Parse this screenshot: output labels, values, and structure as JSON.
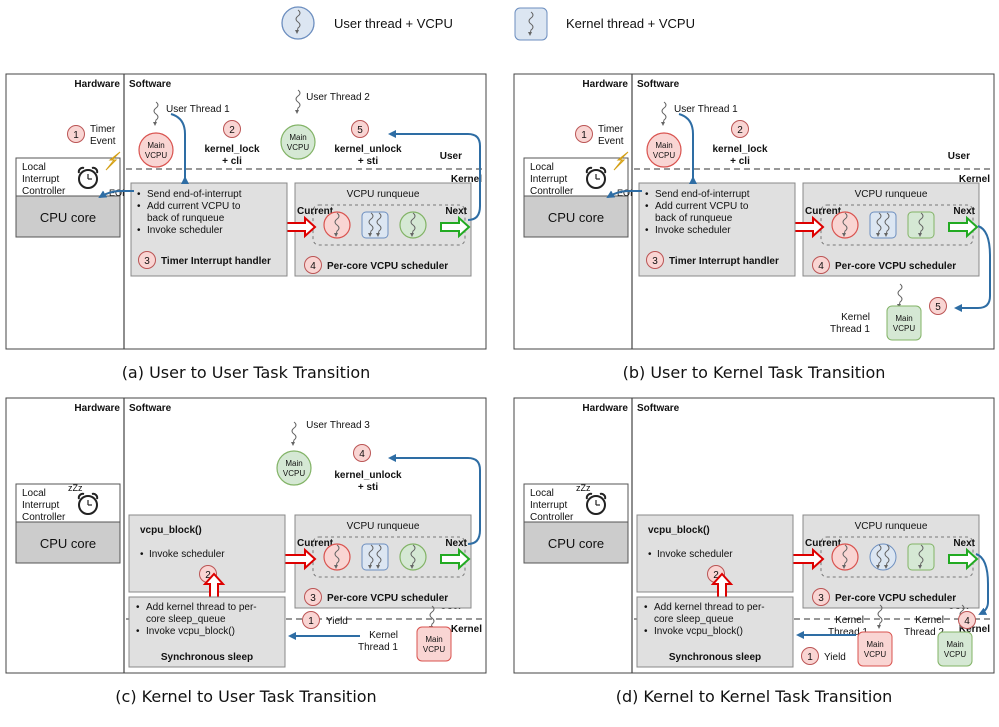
{
  "legend": {
    "user_thread": "User thread + VCPU",
    "kernel_thread": "Kernel thread + VCPU"
  },
  "colors": {
    "red_fill": "#f9d5d3",
    "red_stroke": "#d9534f",
    "blue_fill": "#dce6f2",
    "blue_stroke": "#6c8ebf",
    "green_fill": "#d5e8d4",
    "green_stroke": "#82b366",
    "gray_box": "#e0e0e0",
    "core_box": "#cccccc",
    "arrow_blue": "#2e6da4"
  },
  "common": {
    "hardware": "Hardware",
    "software": "Software",
    "user": "User",
    "kernel": "Kernel",
    "lic": [
      "Local",
      "Interrupt",
      "Controller"
    ],
    "cpu_core": "CPU core",
    "runqueue": "VCPU runqueue",
    "current": "Current",
    "next": "Next",
    "scheduler": "Per-core VCPU scheduler",
    "main": "Main",
    "vcpu": "VCPU",
    "eoi": "EOI",
    "zzz": "zZz"
  },
  "panel_a": {
    "caption": "(a) User to User Task Transition",
    "user_thread_1": "User Thread 1",
    "user_thread_2": "User Thread 2",
    "timer_event": [
      "Timer",
      "Event"
    ],
    "lock": [
      "kernel_lock",
      "+ cli"
    ],
    "unlock": [
      "kernel_unlock",
      "+ sti"
    ],
    "handler_items": [
      "Send end-of-interrupt",
      "Add current VCPU to",
      "back of runqueue",
      "Invoke scheduler"
    ],
    "handler_title": "Timer Interrupt handler",
    "steps": [
      "1",
      "2",
      "3",
      "4",
      "5"
    ]
  },
  "panel_b": {
    "caption": "(b) User to Kernel Task Transition",
    "user_thread_1": "User Thread 1",
    "kernel_thread_1": [
      "Kernel",
      "Thread 1"
    ],
    "timer_event": [
      "Timer",
      "Event"
    ],
    "lock": [
      "kernel_lock",
      "+ cli"
    ],
    "handler_items": [
      "Send end-of-interrupt",
      "Add current VCPU to",
      "back of runqueue",
      "Invoke scheduler"
    ],
    "handler_title": "Timer Interrupt handler",
    "steps": [
      "1",
      "2",
      "3",
      "4",
      "5"
    ]
  },
  "panel_c": {
    "caption": "(c) Kernel to User Task Transition",
    "user_thread_3": "User Thread 3",
    "kernel_thread_1": [
      "Kernel",
      "Thread 1"
    ],
    "unlock": [
      "kernel_unlock",
      "+ sti"
    ],
    "block_title": "vcpu_block()",
    "block_item": "Invoke scheduler",
    "sleep_items": [
      "Add kernel thread to per-",
      "core sleep_queue",
      "Invoke vcpu_block()"
    ],
    "sleep_title": "Synchronous sleep",
    "yield": "Yield",
    "steps": [
      "1",
      "2",
      "3",
      "4"
    ]
  },
  "panel_d": {
    "caption": "(d) Kernel to Kernel Task Transition",
    "kernel_thread_1": [
      "Kernel",
      "Thread 1"
    ],
    "kernel_thread_2": [
      "Kernel",
      "Thread 2"
    ],
    "block_title": "vcpu_block()",
    "block_item": "Invoke scheduler",
    "sleep_items": [
      "Add kernel thread to per-",
      "core sleep_queue",
      "Invoke vcpu_block()"
    ],
    "sleep_title": "Synchronous sleep",
    "yield": "Yield",
    "steps": [
      "1",
      "2",
      "3",
      "4"
    ]
  }
}
